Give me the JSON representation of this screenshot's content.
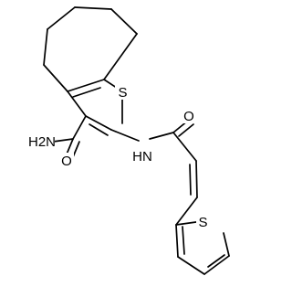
{
  "molecule": {
    "atoms": {
      "s_ring1": "S",
      "nh": "HN",
      "o_amide": "O",
      "nh2": "H2N",
      "o_carbonyl": "O",
      "s_ring2": "S"
    }
  },
  "colors": {
    "bond": "#000000",
    "label": "#000000",
    "background": "#ffffff"
  }
}
